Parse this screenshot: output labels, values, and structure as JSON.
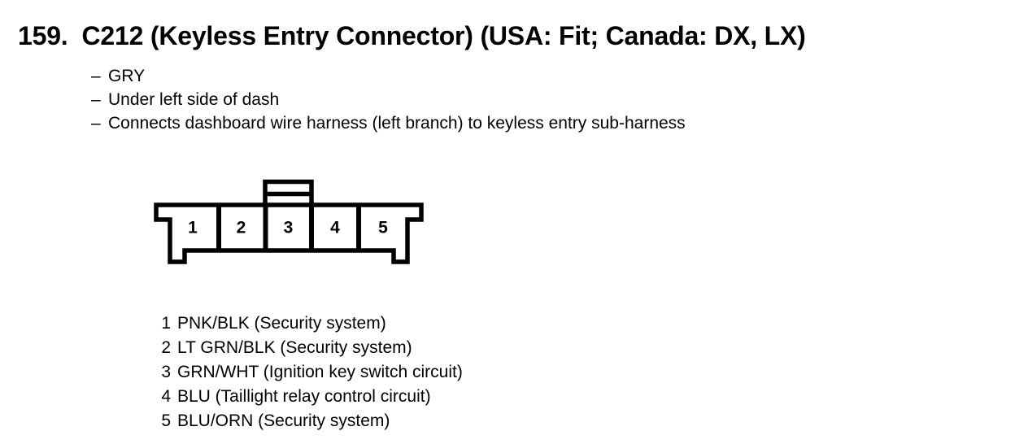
{
  "page": {
    "index": "159.",
    "title": "C212 (Keyless Entry Connector) (USA: Fit; Canada: DX, LX)",
    "bullet_char": "–",
    "notes": [
      "GRY",
      "Under left side of dash",
      "Connects dashboard wire harness (left branch) to keyless entry sub-harness"
    ]
  },
  "connector": {
    "pins": [
      "1",
      "2",
      "3",
      "4",
      "5"
    ]
  },
  "pin_list": [
    {
      "num": "1",
      "desc": "PNK/BLK (Security system)"
    },
    {
      "num": "2",
      "desc": "LT GRN/BLK (Security system)"
    },
    {
      "num": "3",
      "desc": "GRN/WHT (Ignition key switch circuit)"
    },
    {
      "num": "4",
      "desc": "BLU (Taillight relay control circuit)"
    },
    {
      "num": "5",
      "desc": "BLU/ORN (Security system)"
    }
  ],
  "colors": {
    "ink": "#000000",
    "background": "#ffffff"
  }
}
